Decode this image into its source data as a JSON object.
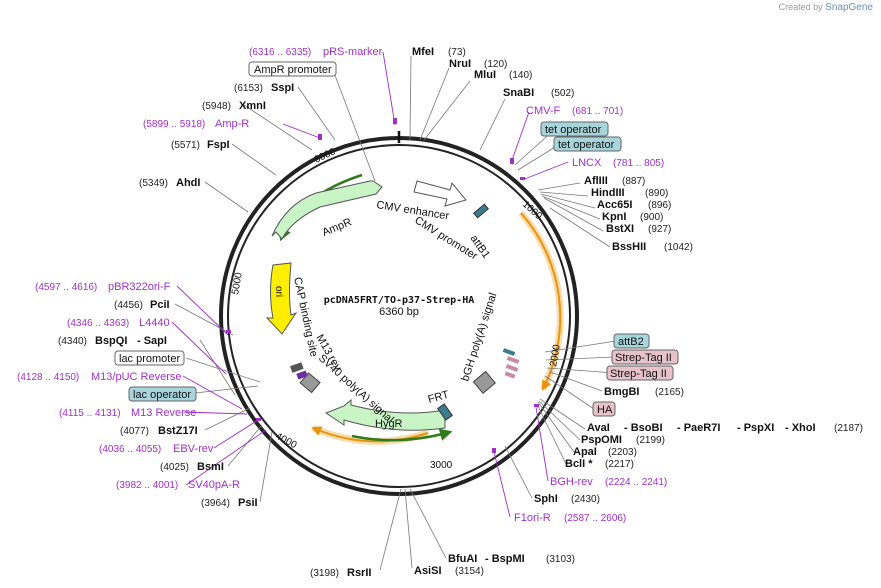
{
  "credit": {
    "prefix": "Created by",
    "brand": "SnapGene"
  },
  "plasmid": {
    "name": "pcDNA5FRT/TO-p37-Strep-HA",
    "size": "6360 bp"
  },
  "ticks": [
    "1000",
    "2000",
    "3000",
    "4000",
    "5000",
    "6000"
  ],
  "enzymes": {
    "MfeI": {
      "name": "MfeI",
      "pos": "(73)"
    },
    "NruI": {
      "name": "NruI",
      "pos": "(120)"
    },
    "MluI": {
      "name": "MluI",
      "pos": "(140)"
    },
    "SnaBI": {
      "name": "SnaBI",
      "pos": "(502)"
    },
    "AflIII": {
      "name": "AflIII",
      "pos": "(887)"
    },
    "HindIII": {
      "name": "HindIII",
      "pos": "(890)"
    },
    "Acc65I": {
      "name": "Acc65I",
      "pos": "(896)"
    },
    "KpnI": {
      "name": "KpnI",
      "pos": "(900)"
    },
    "BstXI": {
      "name": "BstXI",
      "pos": "(927)"
    },
    "BssHII": {
      "name": "BssHII",
      "pos": "(1042)"
    },
    "BmgBI": {
      "name": "BmgBI",
      "pos": "(2165)"
    },
    "AvaI": {
      "name": "AvaI",
      "sep1": "- BsoBI",
      "sep2": "- PaeR7I",
      "sep3": "- PspXI",
      "sep4": "- XhoI",
      "pos": "(2187)"
    },
    "PspOMI": {
      "name": "PspOMI",
      "pos": "(2199)"
    },
    "ApaI": {
      "name": "ApaI",
      "pos": "(2203)"
    },
    "BclI": {
      "name": "BclI *",
      "pos": "(2217)"
    },
    "SphI": {
      "name": "SphI",
      "pos": "(2430)"
    },
    "BfuAI": {
      "name": "BfuAI",
      "sep": "- BspMI",
      "pos": "(3103)"
    },
    "AsiSI": {
      "name": "AsiSI",
      "pos": "(3154)"
    },
    "RsrII": {
      "name": "RsrII",
      "pos": "(3198)"
    },
    "PsiI": {
      "name": "PsiI",
      "pos": "(3964)"
    },
    "BsmI": {
      "name": "BsmI",
      "pos": "(4025)"
    },
    "BstZ17I": {
      "name": "BstZ17I",
      "pos": "(4077)"
    },
    "BspQI": {
      "name": "BspQI",
      "sep": "- SapI",
      "pos": "(4340)"
    },
    "PciI": {
      "name": "PciI",
      "pos": "(4456)"
    },
    "AhdI": {
      "name": "AhdI",
      "pos": "(5349)"
    },
    "FspI": {
      "name": "FspI",
      "pos": "(5571)"
    },
    "XmnI": {
      "name": "XmnI",
      "pos": "(5948)"
    },
    "SspI": {
      "name": "SspI",
      "pos": "(6153)"
    }
  },
  "primers": {
    "pRS": {
      "name": "pRS-marker",
      "pos": "(6316 .. 6335)"
    },
    "AmpR": {
      "name": "Amp-R",
      "pos": "(5899 .. 5918)"
    },
    "CMVF": {
      "name": "CMV-F",
      "pos": "(681 .. 701)"
    },
    "LNCX": {
      "name": "LNCX",
      "pos": "(781 .. 805)"
    },
    "BGHrev": {
      "name": "BGH-rev",
      "pos": "(2224 .. 2241)"
    },
    "F1ori": {
      "name": "F1ori-R",
      "pos": "(2587 .. 2606)"
    },
    "pBR322": {
      "name": "pBR322ori-F",
      "pos": "(4597 .. 4616)"
    },
    "L4440": {
      "name": "L4440",
      "pos": "(4346 .. 4363)"
    },
    "M13puc": {
      "name": "M13/pUC Reverse",
      "pos": "(4128 .. 4150)"
    },
    "M13rev": {
      "name": "M13 Reverse",
      "pos": "(4115 .. 4131)"
    },
    "EBV": {
      "name": "EBV-rev",
      "pos": "(4036 .. 4055)"
    },
    "SV40pA": {
      "name": "SV40pA-R",
      "pos": "(3982 .. 4001)"
    }
  },
  "boxes": {
    "ampr_promoter": "AmpR promoter",
    "tet_op1": "tet operator",
    "tet_op2": "tet operator",
    "attB2": "attB2",
    "strep1": "Strep-Tag II",
    "strep2": "Strep-Tag II",
    "HA": "HA",
    "lac_promoter": "lac promoter",
    "lac_operator": "lac operator"
  },
  "features": {
    "cmv_enhancer": "CMV enhancer",
    "cmv_promoter": "CMV promoter",
    "attB1": "attB1",
    "ampr": "AmpR",
    "ori": "ori",
    "cap": "CAP binding site",
    "m13rev": "M13 rev",
    "sv40": "SV40 poly(A) signal",
    "frt": "FRT",
    "hygr": "HygR",
    "bgh": "bGH poly(A) signal"
  },
  "colors": {
    "backbone": "#222222",
    "primer": "#a030c8",
    "feature_green": "#c9f5c6",
    "feature_yellow": "#ffee00",
    "orange_arc": "#e8920f",
    "tag_blue": "#a8d4dc",
    "tag_pink": "#e6c2cb"
  }
}
